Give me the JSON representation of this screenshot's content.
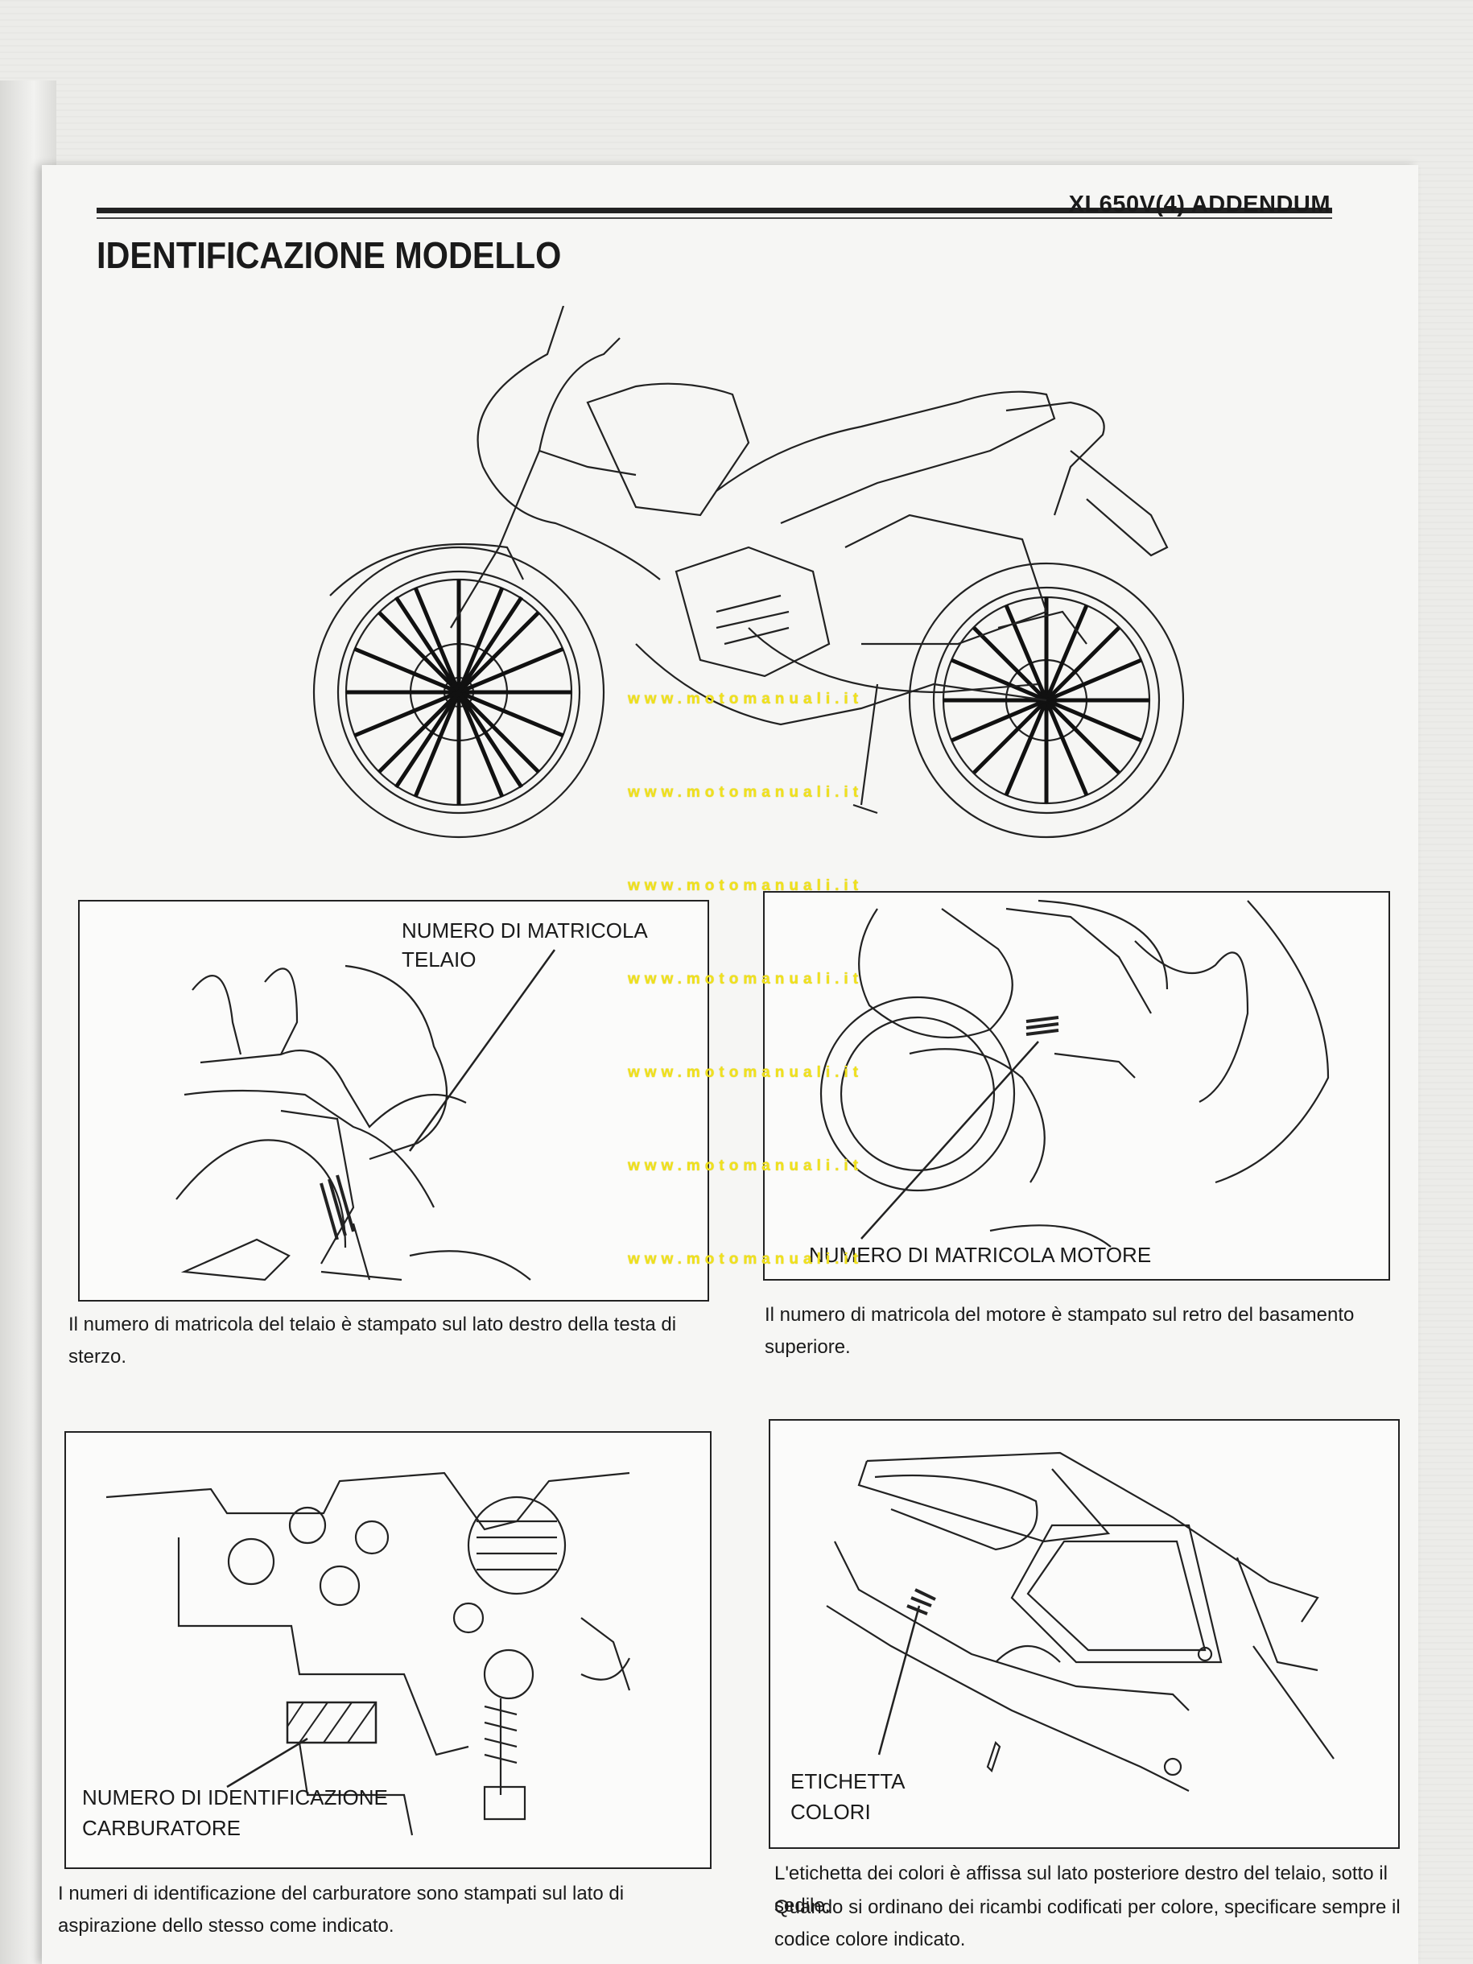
{
  "header": {
    "title": "XL650V(4) ADDENDUM"
  },
  "section": {
    "title": "IDENTIFICAZIONE MODELLO"
  },
  "figures": {
    "frame": {
      "label": "NUMERO DI MATRICOLA TELAIO",
      "caption": "Il numero di matricola del telaio è stampato sul lato destro della testa di sterzo."
    },
    "engine": {
      "label": "NUMERO DI MATRICOLA MOTORE",
      "caption": "Il numero di matricola del motore è stampato sul retro del basamento superiore."
    },
    "carburetor": {
      "label_line1": "NUMERO DI IDENTIFICAZIONE",
      "label_line2": "CARBURATORE",
      "caption": "I numeri di identificazione del carburatore sono stampati sul lato di aspirazione dello stesso come indicato."
    },
    "color_label": {
      "label_line1": "ETICHETTA",
      "label_line2": "COLORI",
      "caption_line1": "L'etichetta dei colori è affissa sul lato posteriore destro del telaio, sotto il sedile.",
      "caption_line2": "Quando si ordinano dei ricambi codificati per colore, specificare sempre il codice colore indicato."
    }
  },
  "watermark": {
    "text": "www.motomanuali.it"
  }
}
